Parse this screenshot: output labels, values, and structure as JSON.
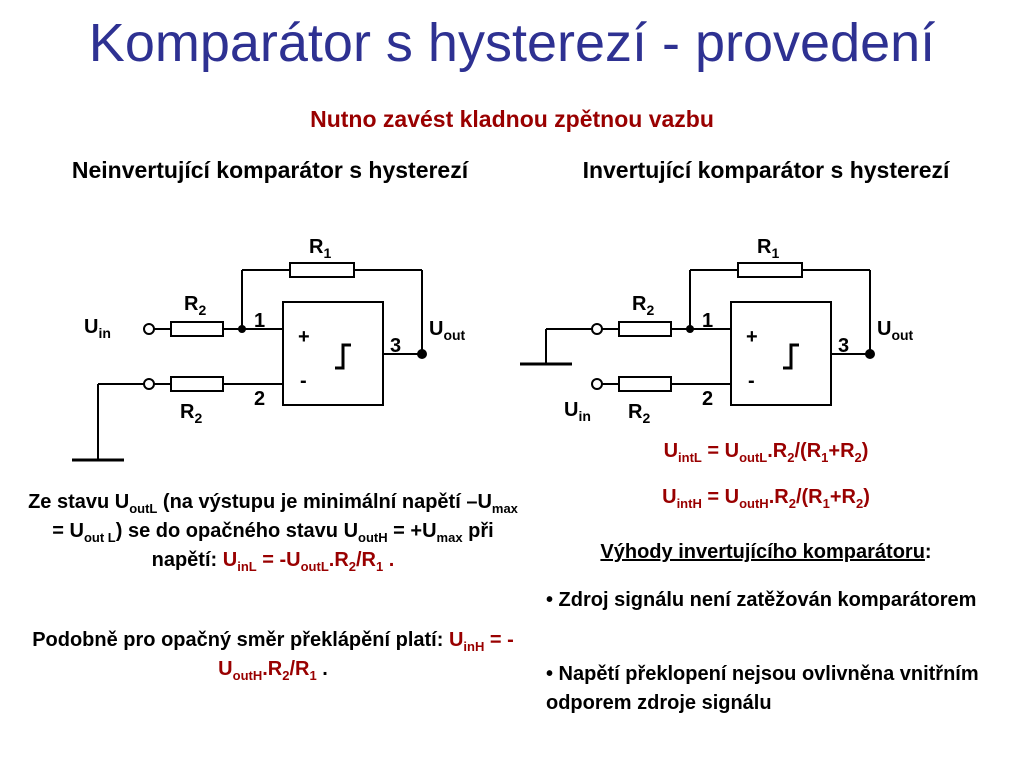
{
  "title": "Komparátor s hysterezí - provedení",
  "subtitle": "Nutno zavést kladnou zpětnou vazbu",
  "left": {
    "heading": "Neinvertující komparátor s hysterezí",
    "labels": {
      "R1": "R",
      "R1_sub": "1",
      "R2a": "R",
      "R2a_sub": "2",
      "R2b": "R",
      "R2b_sub": "2",
      "Uin": "U",
      "Uin_sub": "in",
      "Uout": "U",
      "Uout_sub": "out",
      "n1": "1",
      "n2": "2",
      "n3": "3",
      "plus": "+",
      "minus": "-"
    },
    "para1": {
      "t1": "Ze stavu U",
      "s1": "outL",
      "t2": " (na výstupu je minimální napětí –U",
      "s2": "max",
      "t3": " = U",
      "s3": "out L",
      "t4": ") se do opačného stavu U",
      "s4": "outH",
      "t5": " = +U",
      "s5": "max",
      "t6": " při napětí: ",
      "r1": "U",
      "rs1": "inL",
      "r2": " = -U",
      "rs2": "outL",
      "r3": ".R",
      "rs3": "2",
      "r4": "/R",
      "rs4": "1",
      "r5": " ."
    },
    "para2": {
      "t1": "Podobně pro opačný směr překlápění platí: ",
      "r1": "U",
      "rs1": "inH",
      "r2": " = -U",
      "rs2": "outH",
      "r3": ".R",
      "rs3": "2",
      "r4": "/R",
      "rs4": "1",
      "t2": " ."
    }
  },
  "right": {
    "heading": "Invertující komparátor s hysterezí",
    "labels": {
      "R1": "R",
      "R1_sub": "1",
      "R2a": "R",
      "R2a_sub": "2",
      "R2b": "R",
      "R2b_sub": "2",
      "Uin": "U",
      "Uin_sub": "in",
      "Uout": "U",
      "Uout_sub": "out",
      "n1": "1",
      "n2": "2",
      "n3": "3",
      "plus": "+",
      "minus": "-"
    },
    "formula1": {
      "a": "U",
      "as": "intL",
      "b": " = U",
      "bs": "outL",
      "c": ".R",
      "cs": "2",
      "d": "/(R",
      "ds": "1",
      "e": "+R",
      "es": "2",
      "f": ")"
    },
    "formula2": {
      "a": "U",
      "as": "intH",
      "b": " = U",
      "bs": "outH",
      "c": ".R",
      "cs": "2",
      "d": "/(R",
      "ds": "1",
      "e": "+R",
      "es": "2",
      "f": ")"
    },
    "advantages_title": "Výhody invertujícího komparátoru",
    "advantages_colon": ":",
    "advantages": [
      "• Zdroj signálu není zatěžován komparátorem",
      "• Napětí překlopení nejsou ovlivněna vnitřním odporem zdroje signálu"
    ]
  },
  "colors": {
    "title": "#2e3192",
    "accent": "#990000"
  }
}
